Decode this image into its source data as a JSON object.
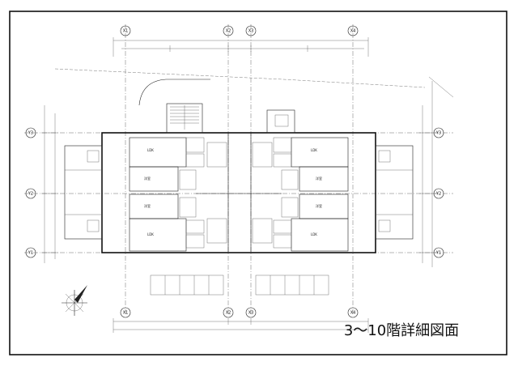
{
  "grid": {
    "columns": [
      "X1",
      "X2",
      "X3",
      "X4"
    ],
    "rows": [
      "Y3",
      "Y2",
      "Y1"
    ]
  },
  "units": {
    "left_upper": "LDK",
    "right_upper": "LDK",
    "left_lower": "LDK",
    "right_lower": "LDK",
    "bedroom": "洋室"
  },
  "caption": "3〜10階詳細図面"
}
